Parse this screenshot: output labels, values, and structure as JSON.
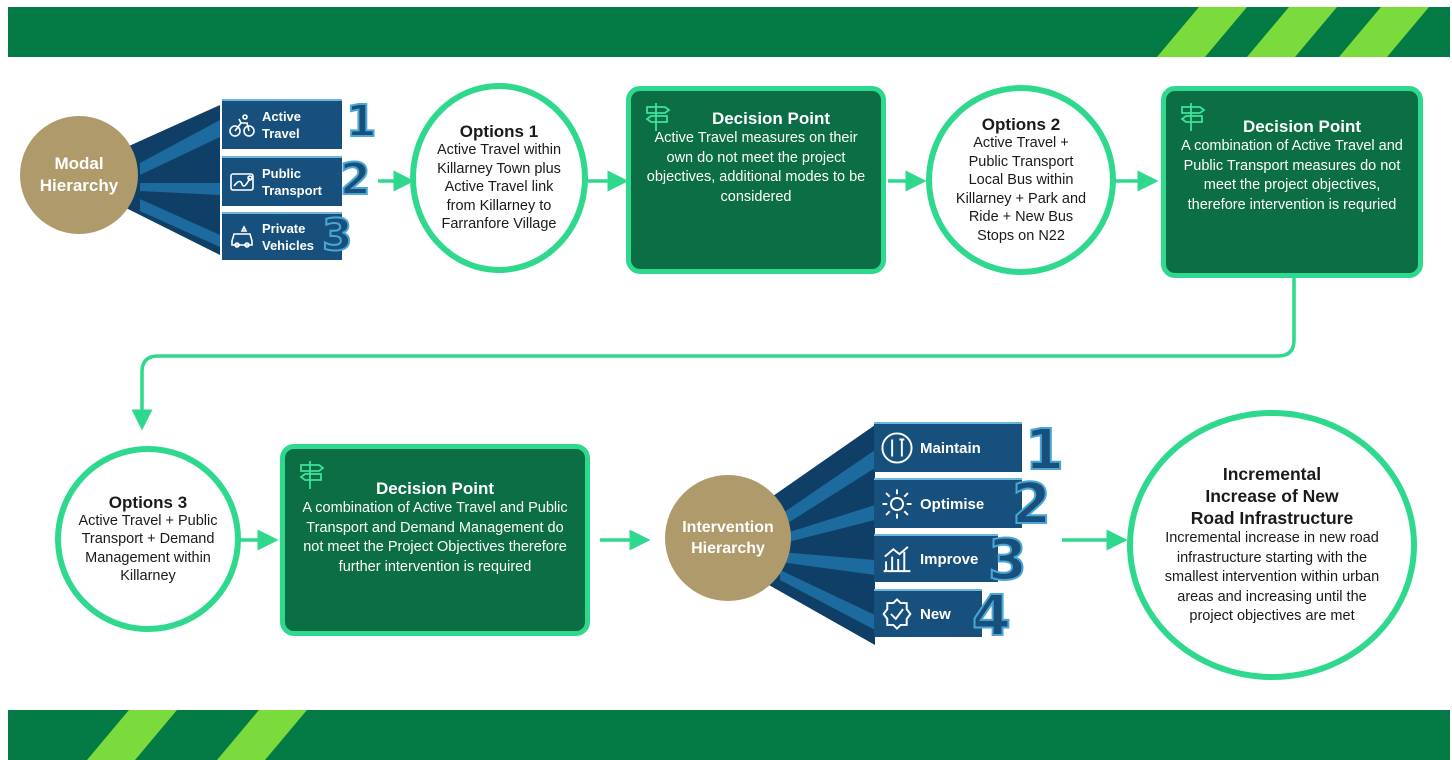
{
  "modal_hierarchy": {
    "label": "Modal Hierarchy",
    "tiers": [
      {
        "label": "Active Travel",
        "number": "1",
        "icon": "cyclist-icon"
      },
      {
        "label": "Public Transport",
        "number": "2",
        "icon": "route-map-icon"
      },
      {
        "label": "Private Vehicles",
        "number": "3",
        "icon": "car-icon"
      }
    ]
  },
  "options1": {
    "title": "Options 1",
    "body": "Active Travel within Killarney Town plus Active Travel link from Killarney to Farranfore Village"
  },
  "decision1": {
    "title": "Decision Point",
    "body": "Active Travel  measures on their own do not meet the project objectives, additional modes to be considered"
  },
  "options2": {
    "title": "Options 2",
    "body": "Active Travel + Public Transport Local Bus within Killarney + Park and Ride + New Bus Stops on N22"
  },
  "decision2": {
    "title": "Decision Point",
    "body": "A combination of Active Travel and Public Transport measures do not meet the project objectives, therefore intervention is requried"
  },
  "options3": {
    "title": "Options 3",
    "body": "Active Travel + Public Transport  + Demand Management within Killarney"
  },
  "decision3": {
    "title": "Decision Point",
    "body": "A combination of Active Travel and Public Transport and Demand Management do not meet the Project Objectives therefore further intervention is required"
  },
  "intervention_hierarchy": {
    "label": "Intervention Hierarchy",
    "tiers": [
      {
        "label": "Maintain",
        "number": "1",
        "icon": "tools-icon"
      },
      {
        "label": "Optimise",
        "number": "2",
        "icon": "gear-icon"
      },
      {
        "label": "Improve",
        "number": "3",
        "icon": "bar-chart-icon"
      },
      {
        "label": "New",
        "number": "4",
        "icon": "badge-check-icon"
      }
    ]
  },
  "incremental": {
    "title": "Incremental Increase of New Road Infrastructure",
    "body": "Incremental increase in new road infrastructure starting with the smallest intervention within urban areas and increasing until the project objectives are met"
  },
  "colors": {
    "dark_green": "#047a45",
    "light_green": "#7cdb3c",
    "mint": "#2ed88c",
    "navy": "#17507c",
    "gold": "#ae9a6b"
  }
}
